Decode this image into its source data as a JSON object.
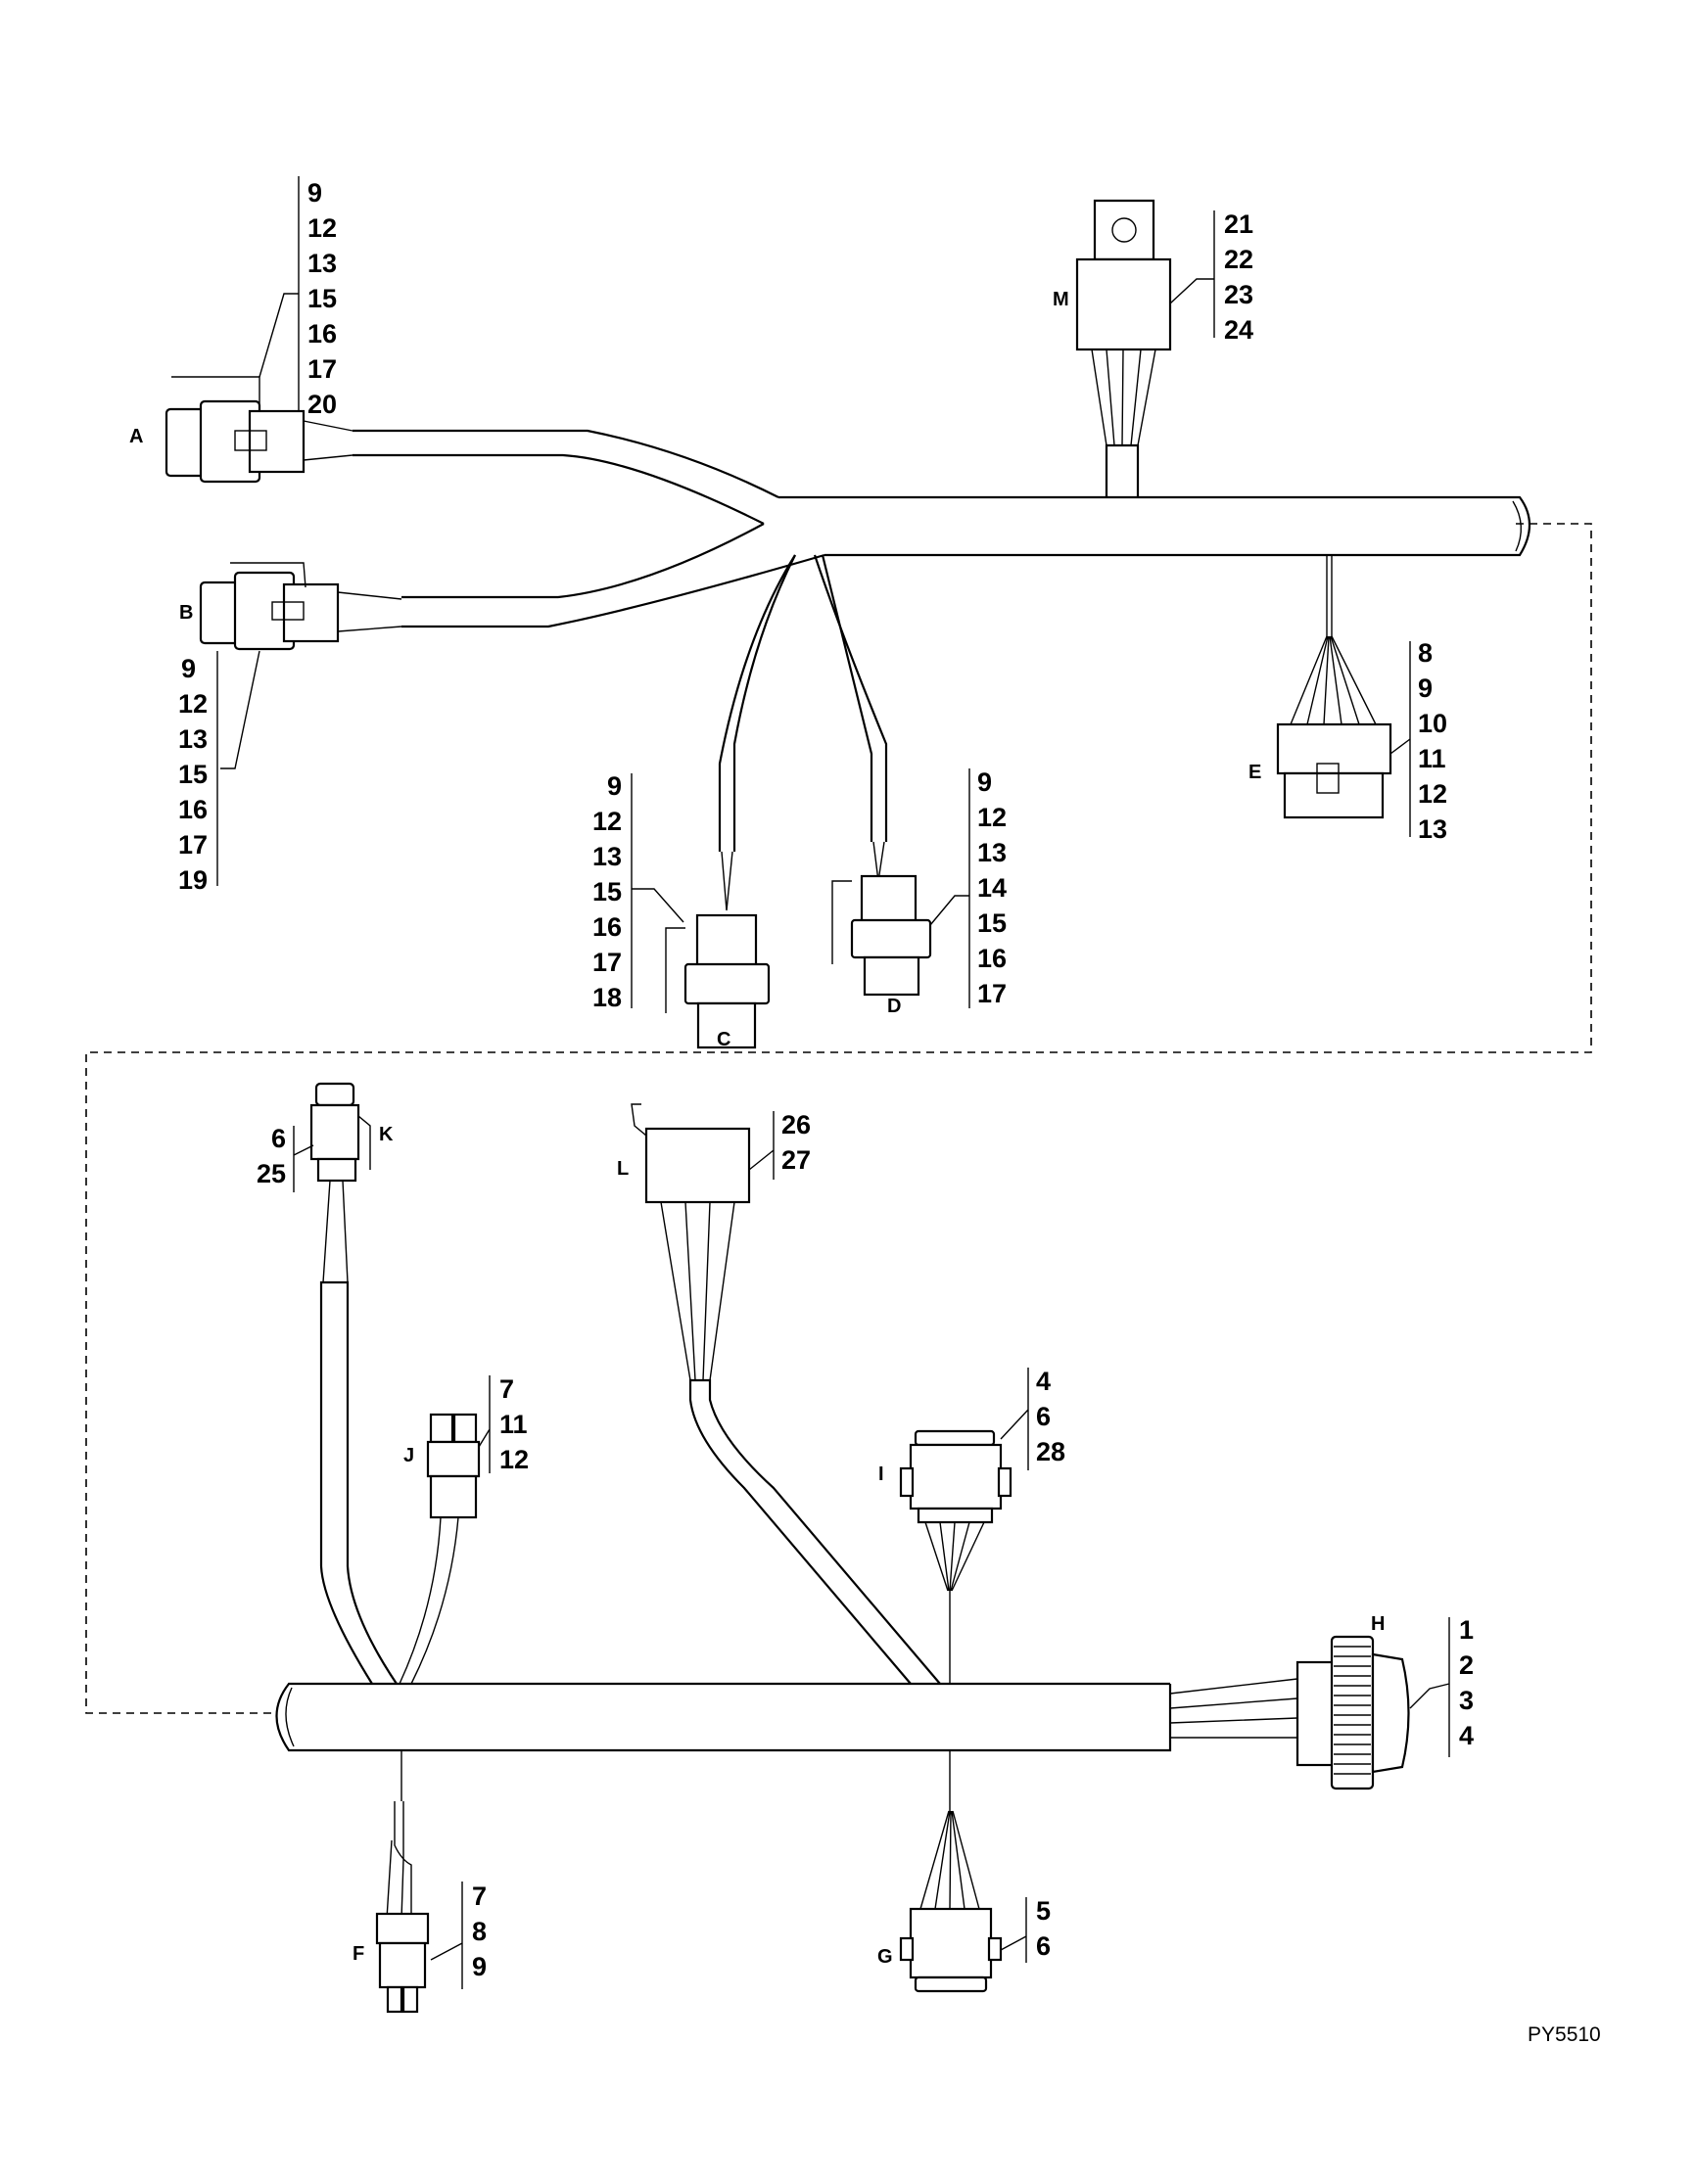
{
  "figure_ref": "PY5510",
  "connectors": [
    {
      "id": "A",
      "parts": [
        "9",
        "12",
        "13",
        "15",
        "16",
        "17",
        "20"
      ]
    },
    {
      "id": "B",
      "parts": [
        "9",
        "12",
        "13",
        "15",
        "16",
        "17",
        "19"
      ]
    },
    {
      "id": "C",
      "parts": [
        "9",
        "12",
        "13",
        "15",
        "16",
        "17",
        "18"
      ]
    },
    {
      "id": "D",
      "parts": [
        "9",
        "12",
        "13",
        "14",
        "15",
        "16",
        "17"
      ]
    },
    {
      "id": "E",
      "parts": [
        "8",
        "9",
        "10",
        "11",
        "12",
        "13"
      ]
    },
    {
      "id": "M",
      "parts": [
        "21",
        "22",
        "23",
        "24"
      ]
    },
    {
      "id": "K",
      "parts": [
        "6",
        "25"
      ]
    },
    {
      "id": "L",
      "parts": [
        "26",
        "27"
      ]
    },
    {
      "id": "J",
      "parts": [
        "7",
        "11",
        "12"
      ]
    },
    {
      "id": "I",
      "parts": [
        "4",
        "6",
        "28"
      ]
    },
    {
      "id": "H",
      "parts": [
        "1",
        "2",
        "3",
        "4"
      ]
    },
    {
      "id": "F",
      "parts": [
        "7",
        "8",
        "9"
      ]
    },
    {
      "id": "G",
      "parts": [
        "5",
        "6"
      ]
    }
  ]
}
